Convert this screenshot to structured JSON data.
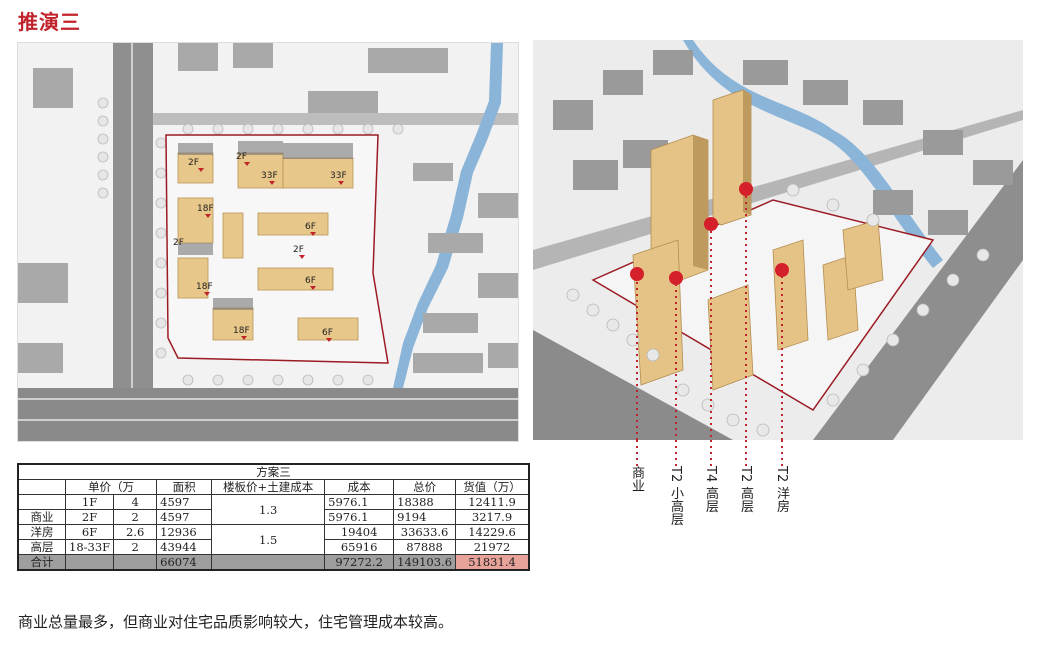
{
  "title": "推演三",
  "plan": {
    "floor_labels": [
      "2F",
      "2F",
      "33F",
      "33F",
      "18F",
      "6F",
      "2F",
      "2F",
      "18F",
      "6F",
      "18F",
      "6F"
    ]
  },
  "perspective": {
    "labels": [
      "商业",
      "T2 小高层",
      "T4 高层",
      "T2 高层",
      "T2 洋房"
    ]
  },
  "table": {
    "caption": "方案三",
    "headers": [
      "单价（万",
      "面积",
      "楼板价+土建成本",
      "成本",
      "总价",
      "货值（万）"
    ],
    "rows": [
      {
        "group": "",
        "floor": "1F",
        "price": "4",
        "area": "4597",
        "cost": "5976.1",
        "total": "18388",
        "value": "12411.9"
      },
      {
        "group": "商业",
        "floor": "2F",
        "price": "2",
        "area": "4597",
        "cost": "5976.1",
        "total": "9194",
        "value": "3217.9"
      },
      {
        "group": "洋房",
        "floor": "6F",
        "price": "2.6",
        "area": "12936",
        "cost": "19404",
        "total": "33633.6",
        "value": "14229.6"
      },
      {
        "group": "高层",
        "floor": "18-33F",
        "price": "2",
        "area": "43944",
        "cost": "65916",
        "total": "87888",
        "value": "21972"
      }
    ],
    "ratio_a": "1.3",
    "ratio_b": "1.5",
    "total_row": {
      "label": "合计",
      "area": "66074",
      "cost": "97272.2",
      "total": "149103.6",
      "value": "51831.4"
    }
  },
  "note": "商业总量最多，但商业对住宅品质影响较大，住宅管理成本较高。"
}
